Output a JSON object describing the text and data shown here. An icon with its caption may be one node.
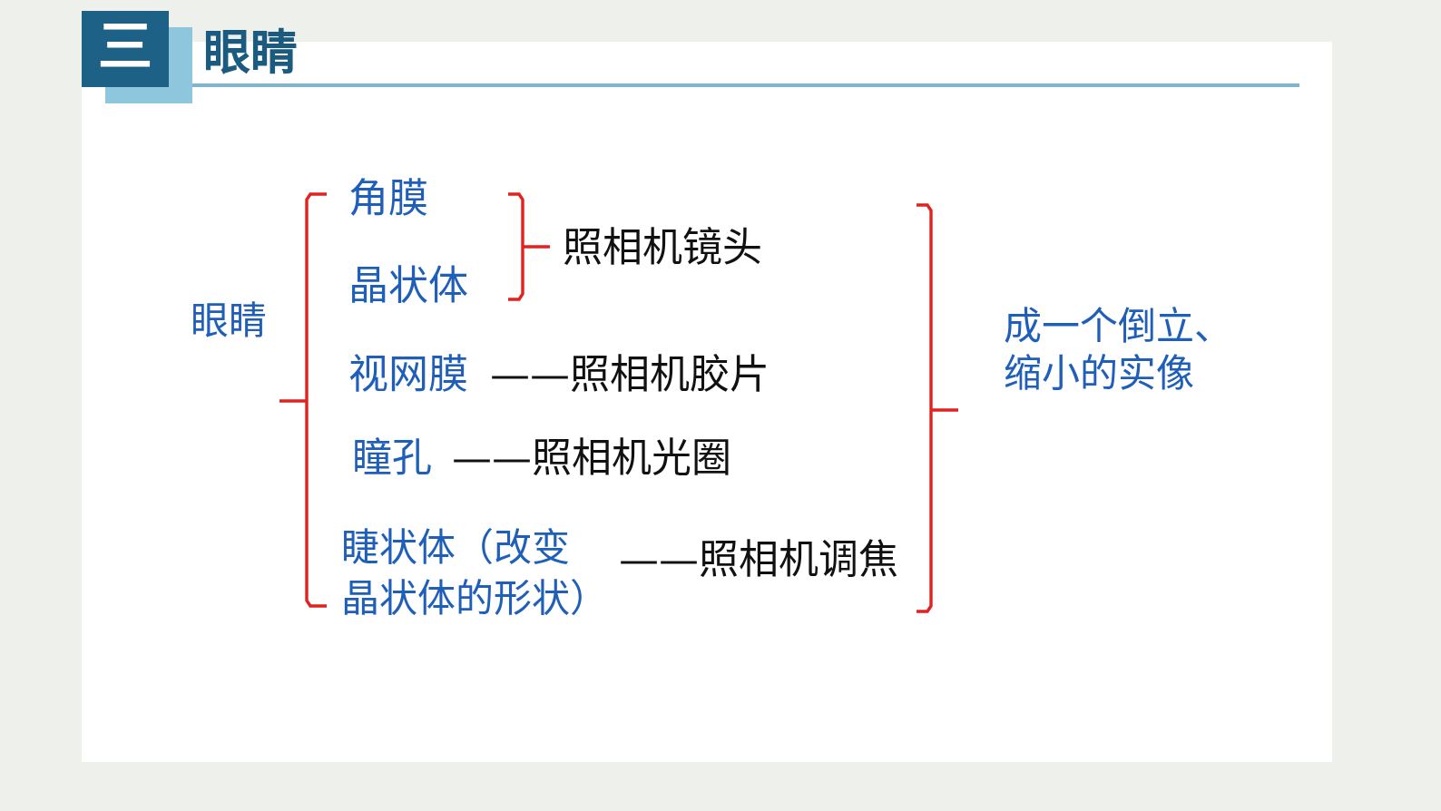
{
  "diagram": {
    "title": "眼睛",
    "nodes": [
      {
        "text": [
          "三"
        ]
      }
    ],
    "labels": [
      "眼睛",
      "角膜",
      "晶状体",
      "照相机镜头",
      "视网膜",
      "——照相机胶片",
      "瞳孔",
      "——照相机光圈",
      "睫状体（改变晶状体的形状）",
      "——照相机调焦",
      "成一个倒立、缩小的实像"
    ]
  }
}
